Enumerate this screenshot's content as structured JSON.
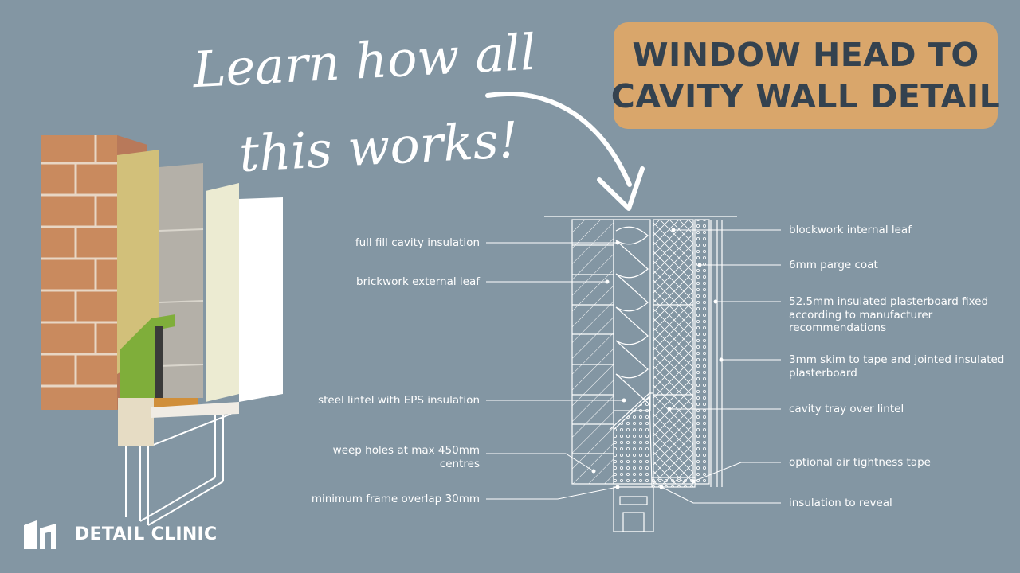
{
  "title": {
    "line1": "WINDOW HEAD TO",
    "line2": "CAVITY WALL DETAIL"
  },
  "handwriting": {
    "line1": "Learn how all",
    "line2": "this works!"
  },
  "labels_left": [
    "full fill cavity insulation",
    "brickwork external leaf",
    "steel lintel with EPS insulation",
    "weep holes at max 450mm centres",
    "minimum frame overlap 30mm"
  ],
  "labels_right": [
    "blockwork internal leaf",
    "6mm parge coat",
    "52.5mm insulated plasterboard fixed according to manufacturer recommendations",
    "3mm skim to tape and jointed insulated plasterboard",
    "cavity tray over lintel",
    "optional air tightness tape",
    "insulation to reveal"
  ],
  "brand": {
    "name": "DETAIL CLINIC",
    "icon": "building-logo-icon"
  },
  "colors": {
    "background": "#8396a3",
    "title_box": "#d9a66b",
    "title_text": "#34424f",
    "line": "#ffffff"
  }
}
